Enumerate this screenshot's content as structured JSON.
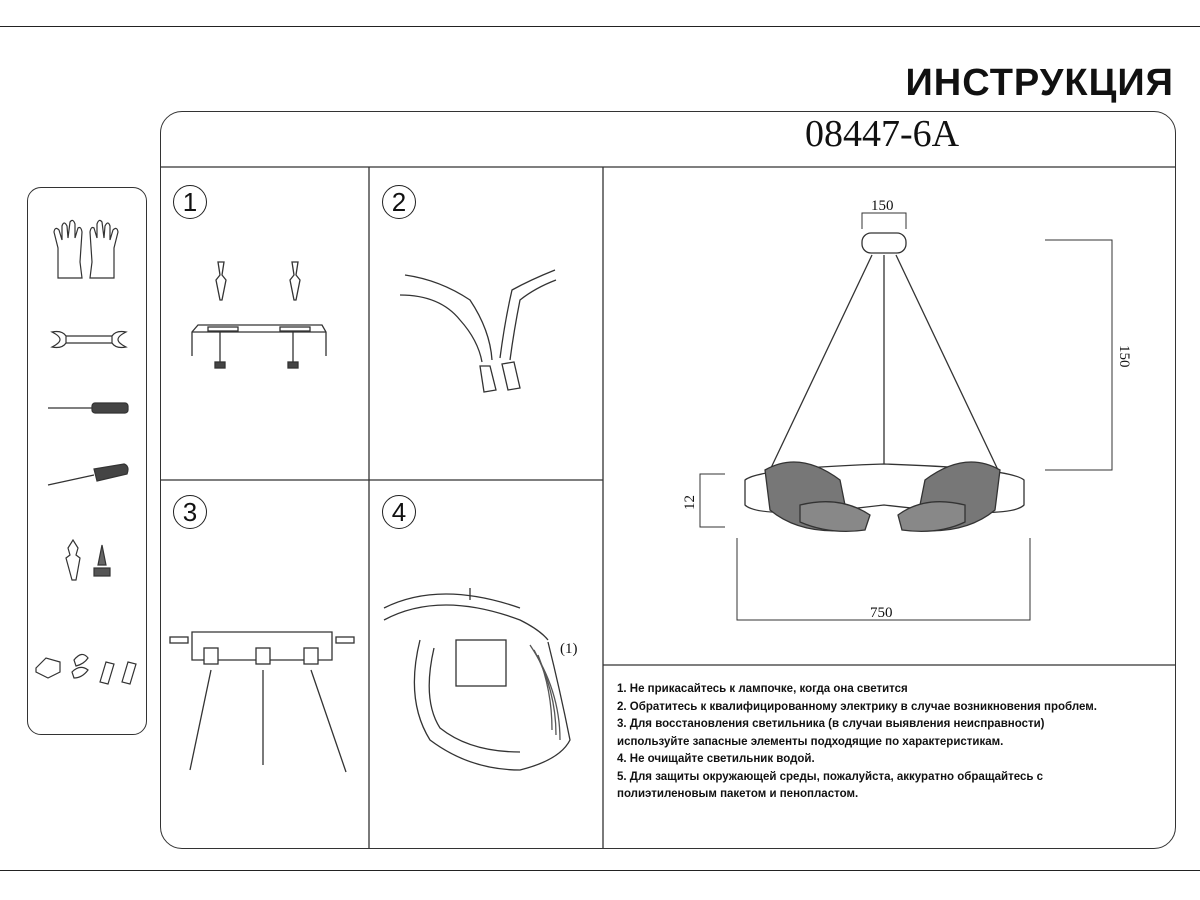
{
  "header": {
    "title": "ИНСТРУКЦИЯ",
    "model": "08447-6A"
  },
  "tools": [
    {
      "icon": "gloves-icon"
    },
    {
      "icon": "wrench-icon"
    },
    {
      "icon": "screwdriver-icon"
    },
    {
      "icon": "phillips-screwdriver-icon"
    },
    {
      "icon": "anchor-screw-icon"
    },
    {
      "icon": "connector-parts-icon"
    }
  ],
  "steps": [
    {
      "number": "1"
    },
    {
      "number": "2"
    },
    {
      "number": "3"
    },
    {
      "number": "4"
    }
  ],
  "dimensions": {
    "canopy_width": "150",
    "suspension_height": "150",
    "body_height": "12",
    "overall_diameter": "750",
    "detail_marker": "(1)"
  },
  "notes": [
    "1. Не прикасайтесь к лампочке, когда она светится",
    "2. Обратитесь к квалифицированному электрику в случае возникновения проблем.",
    "3. Для восстановления светильника (в случаи выявления неисправности)",
    "используйте запасные элементы подходящие по характеристикам.",
    "4. Не очищайте светильник водой.",
    "5. Для защиты окружающей среды, пожалуйста, аккуратно обращайтесь с",
    "полиэтиленовым пакетом и пенопластом."
  ]
}
